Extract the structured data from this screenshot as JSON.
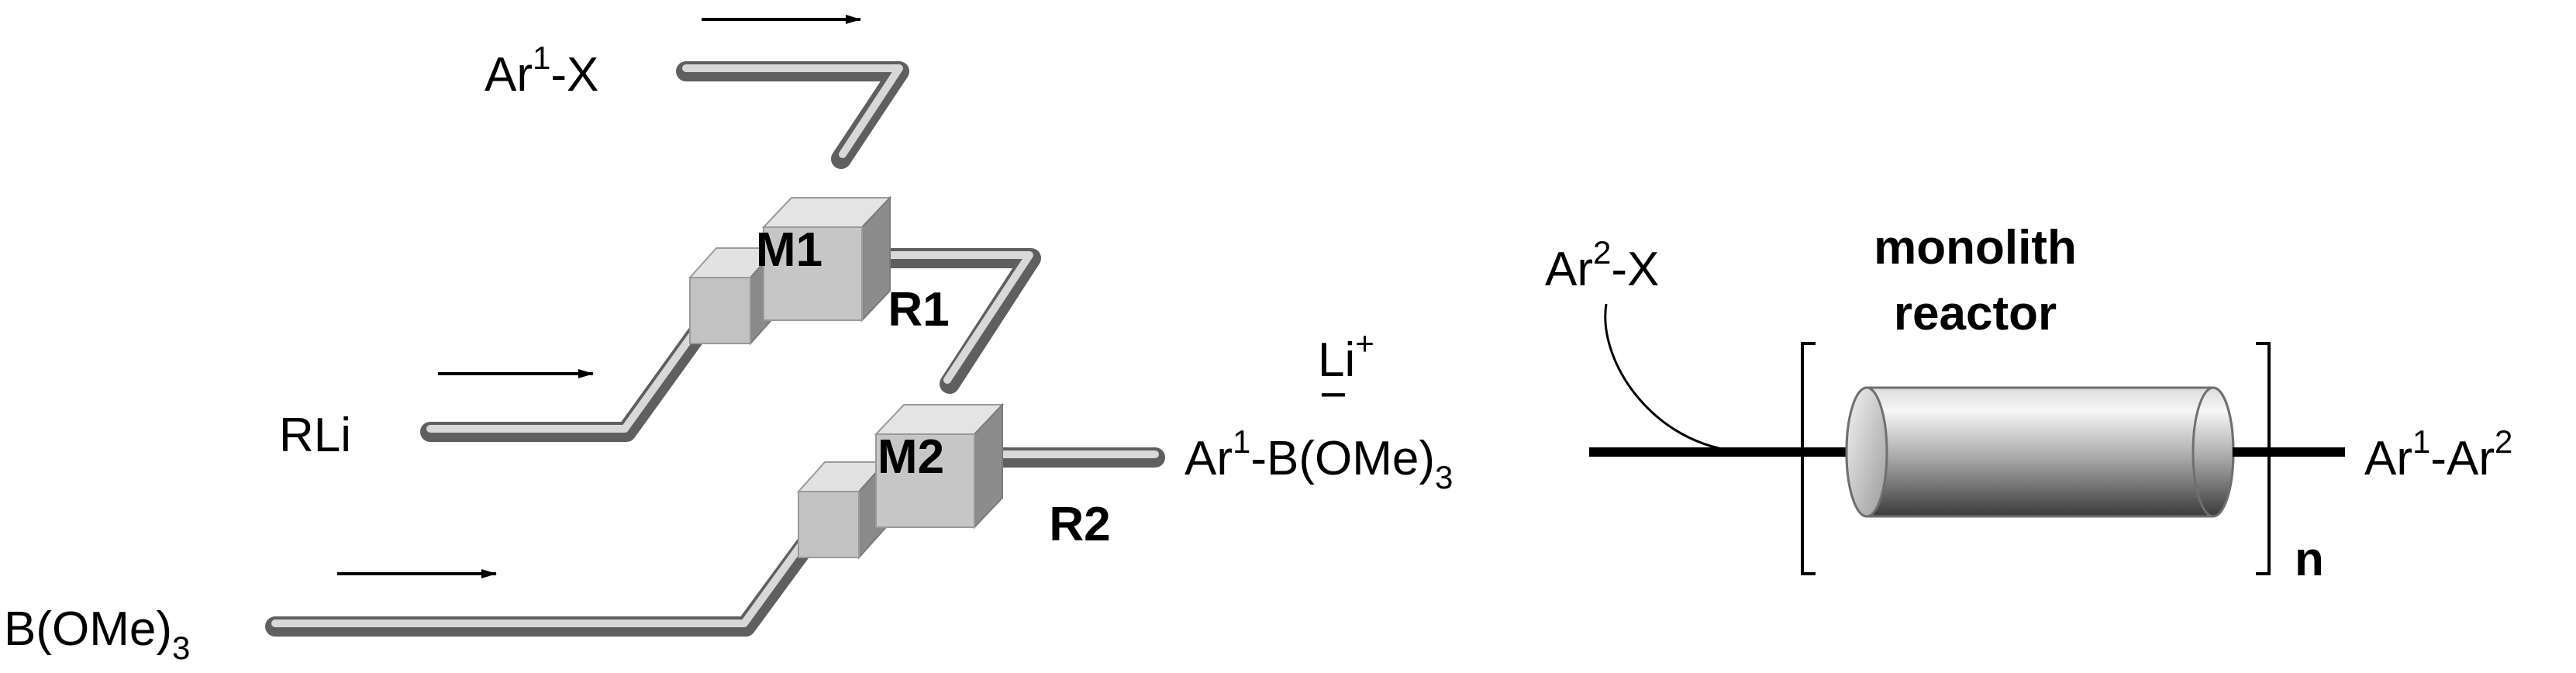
{
  "reagents": {
    "ar1x": {
      "base": "Ar",
      "sup": "1",
      "tail": "-X"
    },
    "rli": "RLi",
    "bome3": {
      "base": "B(OMe)",
      "sub": "3"
    }
  },
  "mixers": {
    "m1": "M1",
    "m2": "M2"
  },
  "reactors": {
    "r1": "R1",
    "r2": "R2"
  },
  "intermediate": {
    "cation": {
      "base": "Li",
      "sup": "+"
    },
    "charge": "−",
    "line": {
      "a": "Ar",
      "sup": "1",
      "b": "-B(OMe)",
      "sub": "3"
    }
  },
  "second_stage": {
    "reagent": {
      "base": "Ar",
      "sup": "2",
      "tail": "-X"
    },
    "reactor_line1": "monolith",
    "reactor_line2": "reactor",
    "repeat": "n",
    "product": {
      "a": "Ar",
      "sup1": "1",
      "mid": "-Ar",
      "sup2": "2"
    }
  },
  "colors": {
    "tube_light": "#e8e8e8",
    "tube_mid": "#b4b4b4",
    "tube_dark": "#6e6e6e",
    "cube_front": "#c4c4c4",
    "cube_top": "#e4e4e4",
    "cube_side": "#8c8c8c",
    "ink": "#000000"
  }
}
